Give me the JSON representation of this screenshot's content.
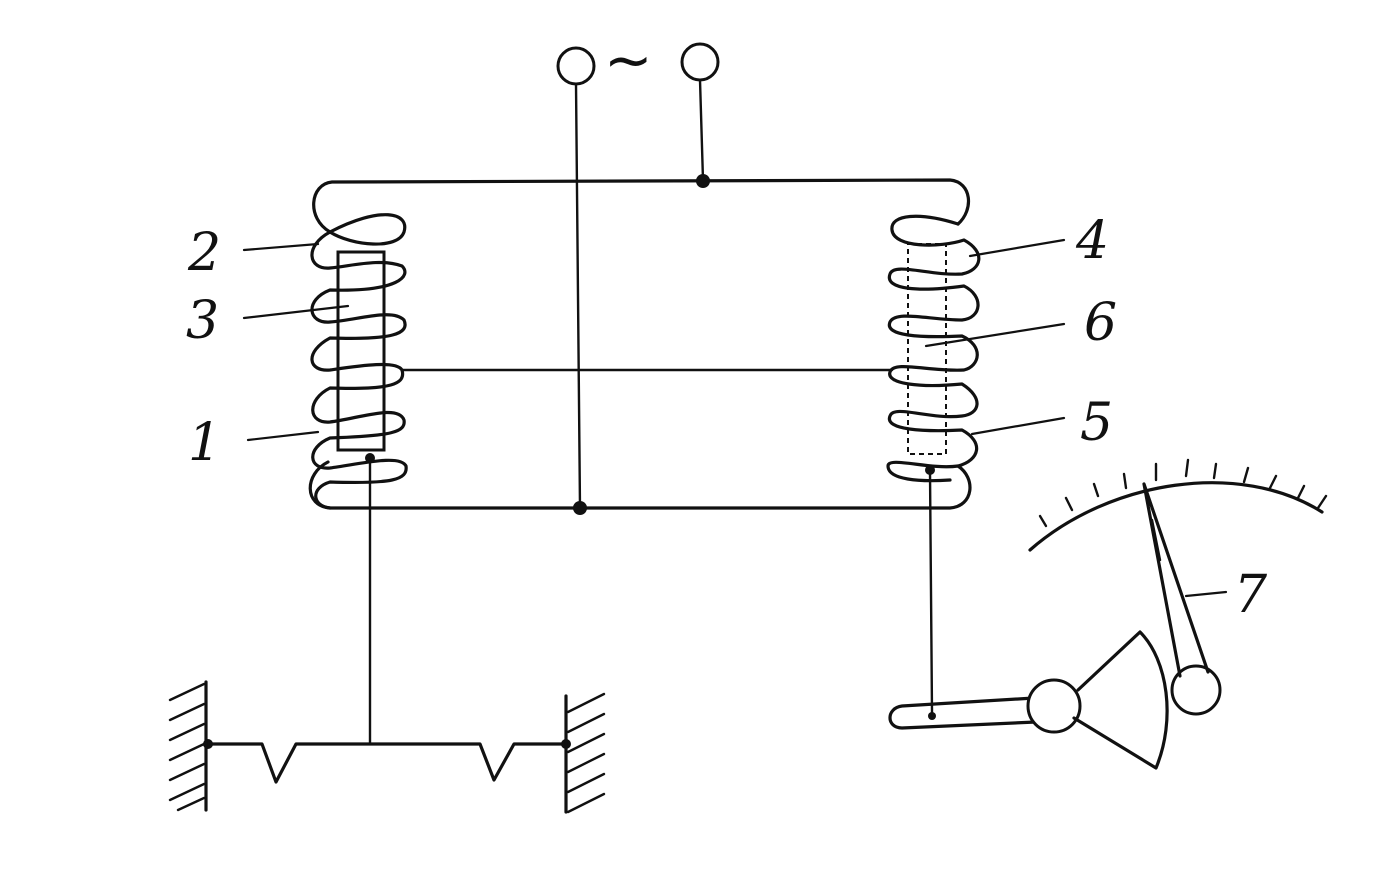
{
  "diagram": {
    "source_symbol": "~",
    "labels": {
      "one": "1",
      "two": "2",
      "three": "3",
      "four": "4",
      "five": "5",
      "six": "6",
      "seven": "7"
    },
    "colors": {
      "ink": "#111111",
      "background": "#ffffff"
    }
  }
}
